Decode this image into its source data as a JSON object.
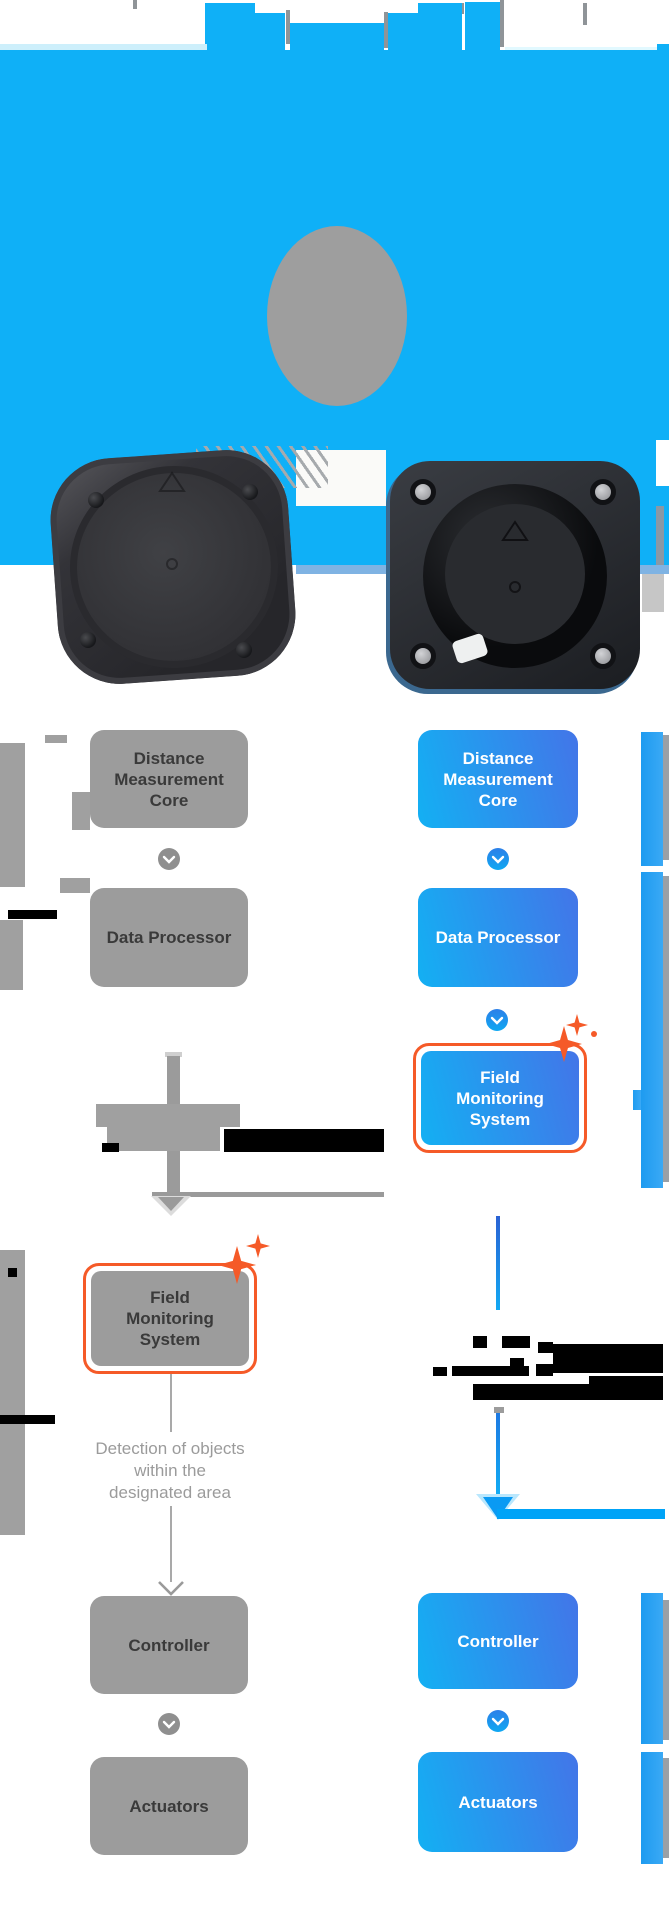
{
  "colors": {
    "banner_blue": "#0fb0f7",
    "accent_blue_light": "#13b0f3",
    "accent_blue_dark": "#4375e8",
    "gray_box": "#9c9c9c",
    "gray_text": "#3a3a3a",
    "note_gray": "#9b9b9b",
    "orange": "#f55a28",
    "line_blue": "#0a9af3"
  },
  "left_flow": {
    "boxes": [
      {
        "label": "Distance Measurement Core"
      },
      {
        "label": "Data Processor"
      },
      {
        "label": "Field Monitoring System"
      },
      {
        "label": "Controller"
      },
      {
        "label": "Actuators"
      }
    ],
    "note_lines": [
      "Detection of objects",
      "within the",
      "designated area"
    ]
  },
  "right_flow": {
    "boxes": [
      {
        "label": "Distance Measurement Core"
      },
      {
        "label": "Data Processor"
      },
      {
        "label": "Field Monitoring System"
      },
      {
        "label": "Controller"
      },
      {
        "label": "Actuators"
      }
    ]
  }
}
